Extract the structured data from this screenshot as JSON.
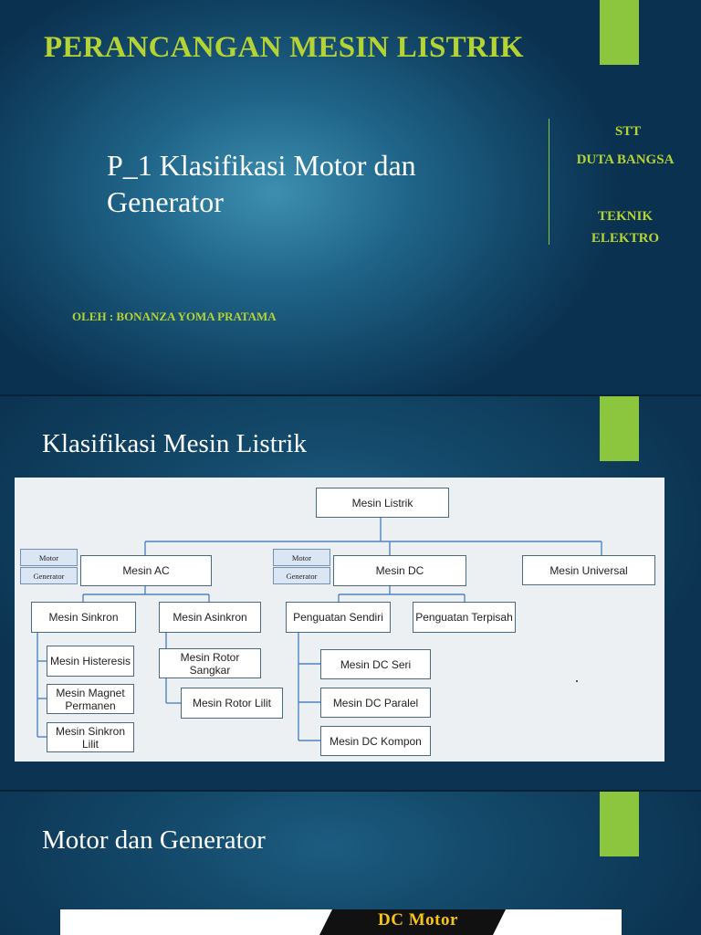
{
  "slide1": {
    "title": "PERANCANGAN MESIN LISTRIK",
    "subtitle": "P_1 Klasifikasi Motor dan Generator",
    "side": {
      "line1": "STT",
      "line2": "DUTA BANGSA",
      "line3": "TEKNIK",
      "line4": "ELEKTRO"
    },
    "author": "OLEH :  BONANZA YOMA PRATAMA"
  },
  "slide2": {
    "heading": "Klasifikasi Mesin Listrik",
    "diagram": {
      "root": "Mesin Listrik",
      "ac": "Mesin AC",
      "dc": "Mesin DC",
      "universal": "Mesin Universal",
      "tag_motor": "Motor",
      "tag_generator": "Generator",
      "sinkron": "Mesin Sinkron",
      "asinkron": "Mesin Asinkron",
      "histeresis": "Mesin Histeresis",
      "magnet": "Mesin Magnet Permanen",
      "sinkron_lilit": "Mesin Sinkron Lilit",
      "rotor_sangkar": "Mesin Rotor Sangkar",
      "rotor_lilit": "Mesin Rotor Lilit",
      "penguatan_sendiri": "Penguatan Sendiri",
      "penguatan_terpisah": "Penguatan Terpisah",
      "dc_seri": "Mesin DC Seri",
      "dc_paralel": "Mesin DC Paralel",
      "dc_kompon": "Mesin DC Kompon"
    }
  },
  "slide3": {
    "heading": "Motor dan Generator",
    "banner": "DC Motor"
  },
  "colors": {
    "accent": "#b5d334",
    "bar": "#8cc63f",
    "banner_text": "#f6c417"
  }
}
